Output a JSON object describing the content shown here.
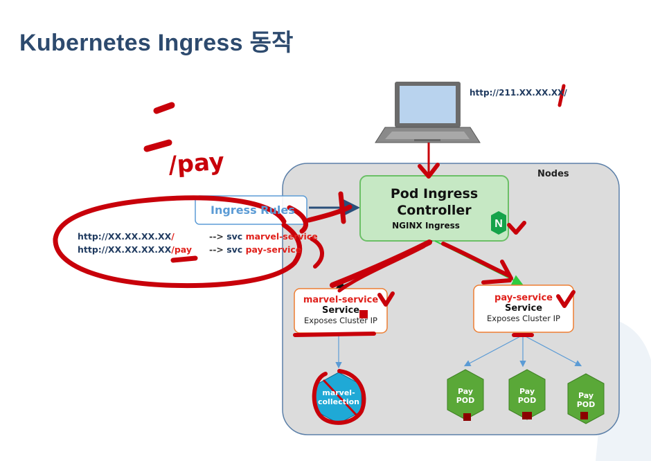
{
  "title": "Kubernetes Ingress 동작",
  "client": {
    "url": "http://211.XX.XX.XX/"
  },
  "nodes_label": "Nodes",
  "ingress_rules": {
    "label": "Ingress Rules",
    "routes": [
      {
        "url_base": "http://XX.XX.XX.XX",
        "url_path": "/",
        "arrow": "-->",
        "svc_prefix": "svc",
        "service": "marvel-service"
      },
      {
        "url_base": "http://XX.XX.XX.XX",
        "url_path": "/pay",
        "arrow": "-->",
        "svc_prefix": "svc",
        "service": "pay-service"
      }
    ]
  },
  "controller": {
    "line1": "Pod Ingress",
    "line2": "Controller",
    "subtitle": "NGINX Ingress",
    "logo_letter": "N"
  },
  "services": [
    {
      "name": "marvel-service",
      "kind": "Service",
      "description": "Exposes Cluster IP"
    },
    {
      "name": "pay-service",
      "kind": "Service",
      "description": "Exposes Cluster IP"
    }
  ],
  "pods": {
    "marvel": {
      "line1": "marvel-",
      "line2": "collection"
    },
    "pay": [
      {
        "line1": "Pay",
        "line2": "POD"
      },
      {
        "line1": "Pay",
        "line2": "POD"
      },
      {
        "line1": "Pay",
        "line2": "POD"
      }
    ]
  },
  "annotation": {
    "text": "/pay"
  },
  "colors": {
    "title": "#2d4a6e",
    "accent_red": "#e0201b",
    "annotation_red": "#c8000a",
    "controller_fill": "#c6e8c4",
    "nodes_fill": "#dcdcdc",
    "service_border": "#ed7d31",
    "pay_pod": "#5aa838",
    "marvel_pod": "#1fa9d6",
    "nginx": "#15a34a"
  }
}
